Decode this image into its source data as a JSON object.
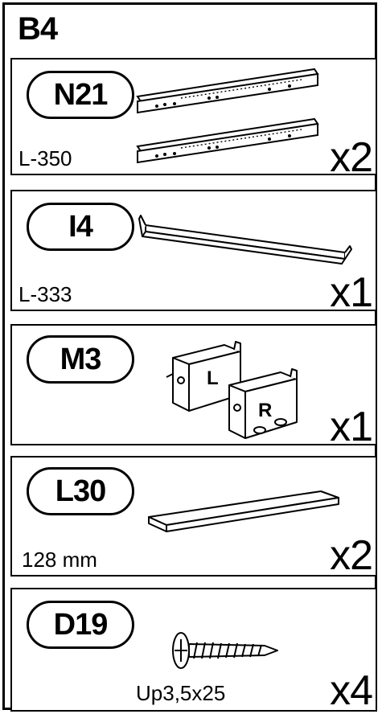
{
  "sheet": {
    "id": "B4"
  },
  "parts": [
    {
      "code": "N21",
      "spec": "L-350",
      "qty": "x2",
      "icon": "drawer-slide-rails"
    },
    {
      "code": "I4",
      "spec": "L-333",
      "qty": "x1",
      "icon": "metal-rod-bracket"
    },
    {
      "code": "M3",
      "spec": "",
      "qty": "x1",
      "icon": "hanging-bracket-pair",
      "left_label": "L",
      "right_label": "R"
    },
    {
      "code": "L30",
      "spec": "128 mm",
      "qty": "x2",
      "icon": "profile-handle"
    },
    {
      "code": "D19",
      "spec": "Up3,5x25",
      "qty": "x4",
      "icon": "wood-screw"
    }
  ]
}
